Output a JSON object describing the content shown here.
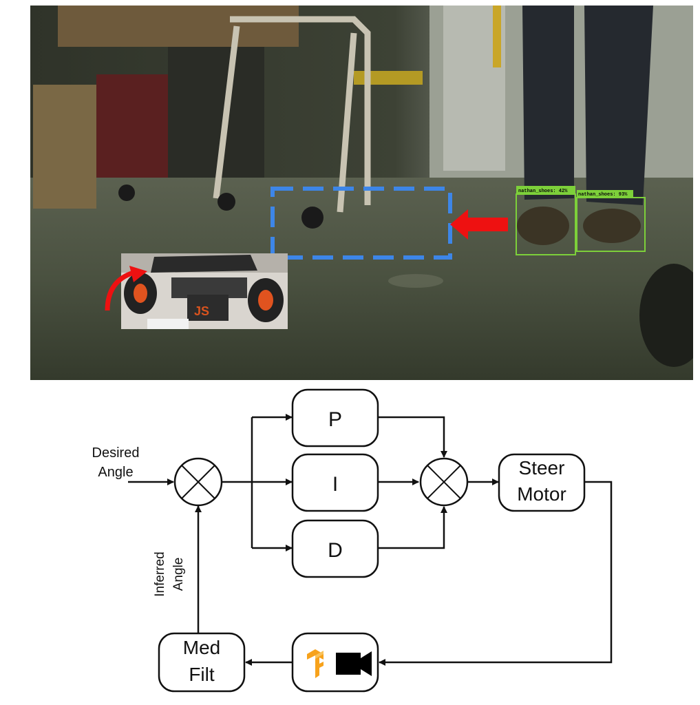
{
  "photo": {
    "detections": [
      {
        "label": "nathan_shoes: 42%"
      },
      {
        "label": "nathan_shoes: 93%"
      }
    ],
    "car_chassis_text": "JS"
  },
  "diagram": {
    "input_label_line1": "Desired",
    "input_label_line2": "Angle",
    "feedback_label_line1": "Inferred",
    "feedback_label_line2": "Angle",
    "blocks": {
      "p": "P",
      "i": "I",
      "d": "D",
      "steer_line1": "Steer",
      "steer_line2": "Motor",
      "filter_line1": "Med",
      "filter_line2": "Filt"
    },
    "icons": [
      "tensorflow-icon",
      "video-camera-icon"
    ]
  },
  "colors": {
    "detection_box": "#7dd03a",
    "region_box": "#3d86e8",
    "arrow_red": "#ee1111",
    "line": "#111111",
    "tensorflow_orange": "#f7a21b"
  }
}
